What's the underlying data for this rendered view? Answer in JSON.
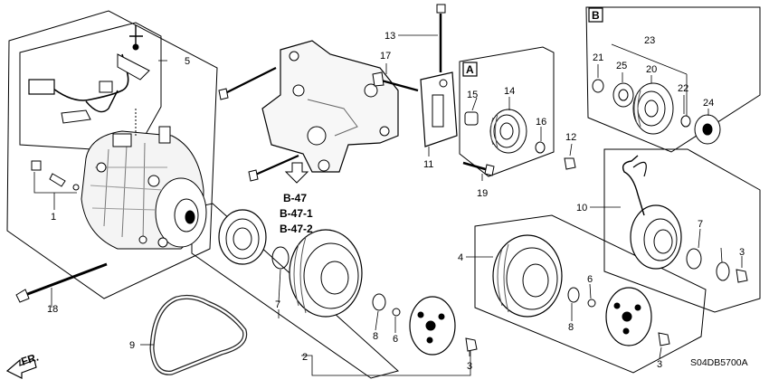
{
  "callouts": {
    "c1": "1",
    "c2": "2",
    "c3a": "3",
    "c3b": "3",
    "c3c": "3",
    "c4": "4",
    "c5": "5",
    "c6a": "6",
    "c6b": "6",
    "c7a": "7",
    "c7b": "7",
    "c8a": "8",
    "c8b": "8",
    "c9": "9",
    "c10": "10",
    "c11": "11",
    "c12": "12",
    "c13": "13",
    "c14": "14",
    "c15": "15",
    "c16": "16",
    "c17": "17",
    "c18": "18",
    "c19": "19",
    "c20": "20",
    "c21": "21",
    "c22": "22",
    "c23": "23",
    "c24": "24",
    "c25": "25"
  },
  "section_labels": {
    "a": "A",
    "b": "B"
  },
  "references": [
    "B-47",
    "B-47-1",
    "B-47-2"
  ],
  "direction_label": "FR.",
  "diagram_code": "S04DB5700A"
}
